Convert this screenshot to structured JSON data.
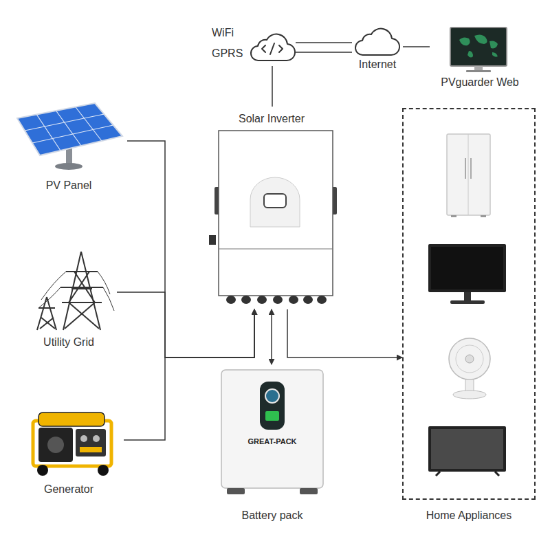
{
  "diagram": {
    "nodes": [
      {
        "text": [
          "WiFi",
          "GPRS"
        ]
      },
      {
        "text": [
          "Internet"
        ]
      },
      {
        "text": [
          "PVguarder Web"
        ]
      },
      {
        "text": [
          "PV Panel"
        ]
      },
      {
        "text": [
          "Solar Inverter"
        ]
      },
      {
        "text": [
          "Home Appliances"
        ]
      },
      {
        "text": [
          "Utility Grid"
        ]
      },
      {
        "text": [
          "GREAT-PACK",
          "Battery pack"
        ]
      },
      {
        "text": [
          "Generator"
        ]
      }
    ],
    "edges": [
      {
        "from": 3,
        "to": 4,
        "arrow": "to"
      },
      {
        "from": 6,
        "to": 4,
        "arrow": "to"
      },
      {
        "from": 8,
        "to": 4,
        "arrow": "to"
      },
      {
        "from": 4,
        "to": 7,
        "arrow": "both"
      },
      {
        "from": 4,
        "to": 5,
        "arrow": "to"
      },
      {
        "from": 0,
        "to": 4,
        "arrow": "none"
      },
      {
        "from": 0,
        "to": 1,
        "arrow": "none"
      },
      {
        "from": 1,
        "to": 2,
        "arrow": "none"
      }
    ]
  }
}
